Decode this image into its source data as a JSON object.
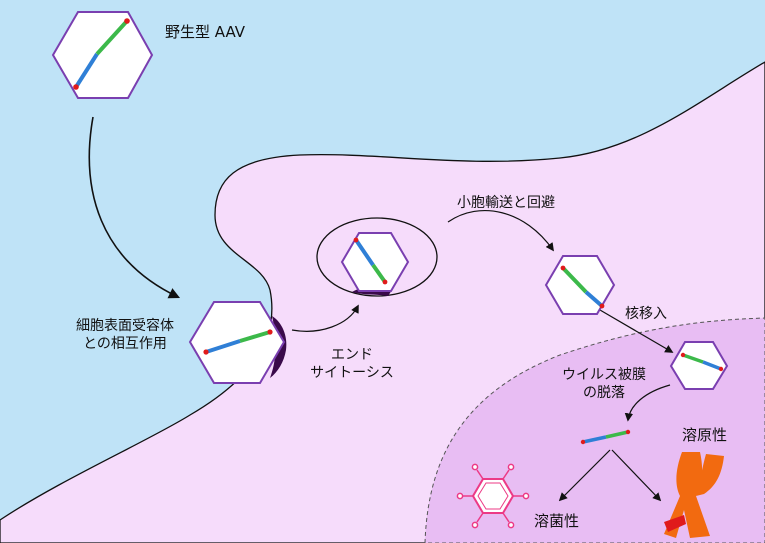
{
  "labels": {
    "wild_type": "野生型 AAV",
    "receptor_line1": "細胞表面受容体",
    "receptor_line2": "との相互作用",
    "endocytosis_line1": "エンド",
    "endocytosis_line2": "サイトーシス",
    "trafficking": "小胞輸送と回避",
    "nuclear_entry": "核移入",
    "uncoating_line1": "ウイルス被膜",
    "uncoating_line2": "の脱落",
    "lysogenic": "溶原性",
    "lytic": "溶菌性"
  },
  "colors": {
    "background": "#bfe3f7",
    "cell": "#f6dcfb",
    "nucleus": "#e8bdf3",
    "capsid_outline": "#7a3fb0",
    "receptor": "#3a0a4a",
    "chromosome": "#f26a10",
    "dna_blue": "#2f7fd6",
    "dna_green": "#3cb94a",
    "dna_red": "#e01b1b",
    "phage": "#ec3a86"
  }
}
